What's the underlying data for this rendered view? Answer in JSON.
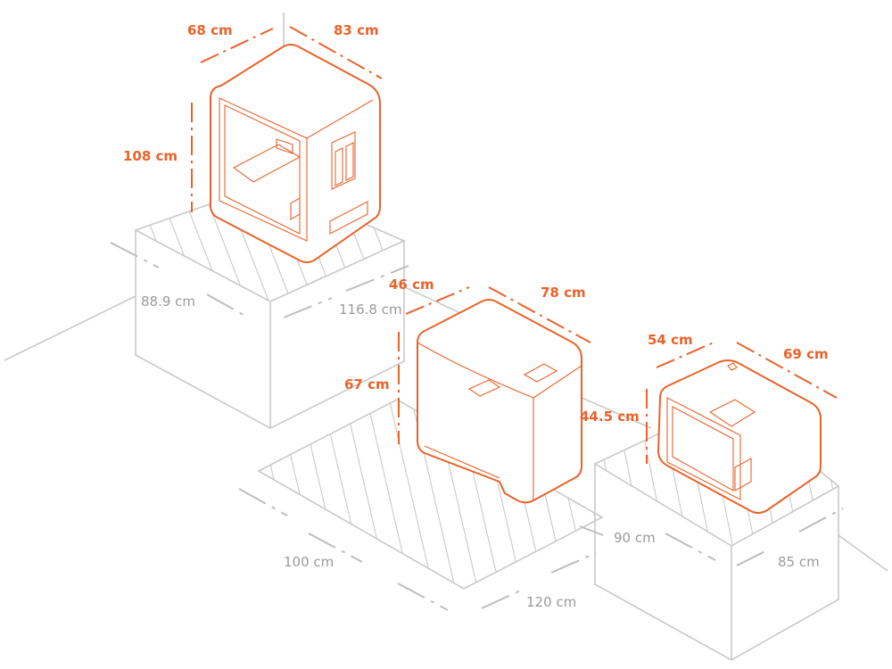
{
  "colors": {
    "accent": "#e8632a",
    "outline": "#c9c9c9",
    "label_gray": "#9a9a9a"
  },
  "printer_large": {
    "depth": "68 cm",
    "width": "83  cm",
    "height": "108 cm"
  },
  "printer_medium": {
    "depth": "46 cm",
    "width": "78 cm",
    "height": "67 cm"
  },
  "printer_small": {
    "depth": "54 cm",
    "width": "69 cm",
    "height": "44.5 cm"
  },
  "table_left": {
    "depth": "88.9 cm",
    "width": "116.8 cm"
  },
  "floor_area": {
    "depth": "100 cm",
    "width": "120 cm"
  },
  "table_right": {
    "depth": "90 cm",
    "width": "85 cm"
  }
}
